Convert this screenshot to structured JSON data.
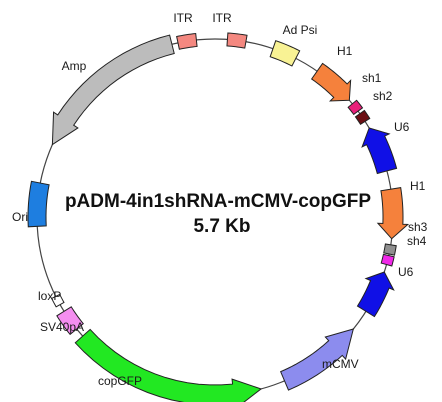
{
  "plasmid": {
    "name": "pADM-4in1shRNA-mCMV-copGFP",
    "size": "5.7 Kb"
  },
  "features": [
    {
      "id": "itr-1",
      "label": "ITR",
      "color": "#f48880",
      "shape": "box"
    },
    {
      "id": "itr-2",
      "label": "ITR",
      "color": "#f48880",
      "shape": "box"
    },
    {
      "id": "ad-psi",
      "label": "Ad Psi",
      "color": "#f8f294",
      "shape": "box"
    },
    {
      "id": "h1-a",
      "label": "H1",
      "color": "#f5813c",
      "shape": "arrow"
    },
    {
      "id": "sh1",
      "label": "sh1",
      "color": "#e8207a",
      "shape": "box"
    },
    {
      "id": "sh2",
      "label": "sh2",
      "color": "#6b0f14",
      "shape": "box"
    },
    {
      "id": "u6-a",
      "label": "U6",
      "color": "#1010e6",
      "shape": "arrow"
    },
    {
      "id": "h1-b",
      "label": "H1",
      "color": "#f5813c",
      "shape": "arrow"
    },
    {
      "id": "sh3",
      "label": "sh3",
      "color": "#909090",
      "shape": "box"
    },
    {
      "id": "sh4",
      "label": "sh4",
      "color": "#f028e8",
      "shape": "box"
    },
    {
      "id": "u6-b",
      "label": "U6",
      "color": "#1010e6",
      "shape": "arrow"
    },
    {
      "id": "mcmv",
      "label": "mCMV",
      "color": "#8c8cee",
      "shape": "arrow"
    },
    {
      "id": "copgfp",
      "label": "copGFP",
      "color": "#22e822",
      "shape": "arrow"
    },
    {
      "id": "sv40pa",
      "label": "SV40pA",
      "color": "#f48ef0",
      "shape": "box"
    },
    {
      "id": "loxp",
      "label": "loxP",
      "color": "#ffffff",
      "shape": "box"
    },
    {
      "id": "ori",
      "label": "Ori",
      "color": "#1e7ee0",
      "shape": "box"
    },
    {
      "id": "amp",
      "label": "Amp",
      "color": "#bcbcbc",
      "shape": "arrow"
    }
  ]
}
